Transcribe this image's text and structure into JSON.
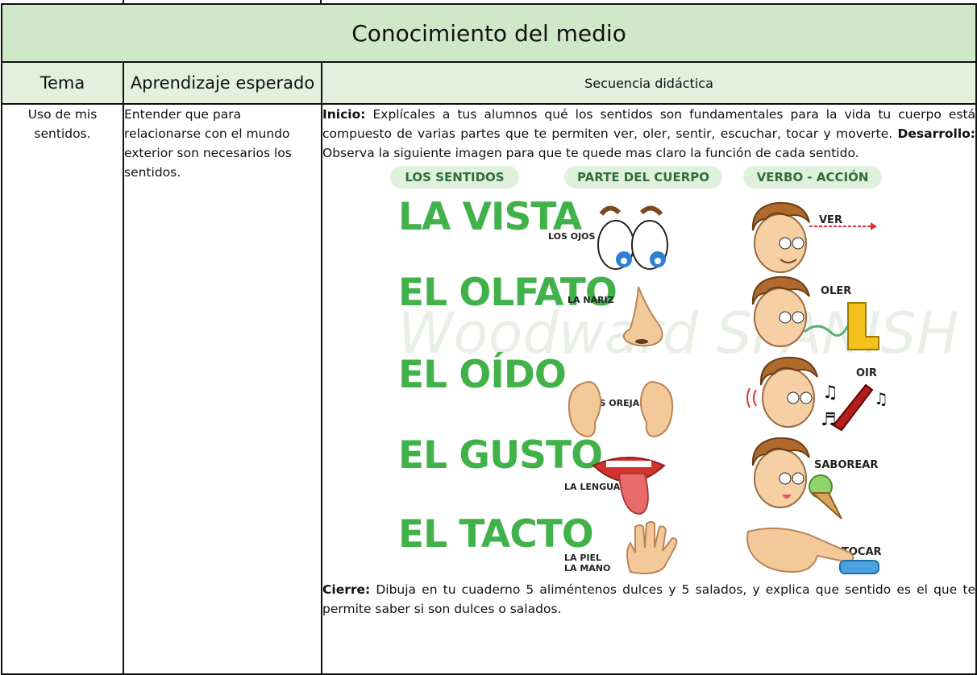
{
  "title": "Conocimiento del medio",
  "headers": {
    "tema": "Tema",
    "aprendizaje": "Aprendizaje esperado",
    "secuencia": "Secuencia didáctica"
  },
  "row": {
    "tema": "Uso de mis sentidos.",
    "aprendizaje": "Entender que para relacionarse con el mundo exterior son necesarios los sentidos.",
    "inicio_label": "Inicio:",
    "inicio_text": " Explícales a tus alumnos qué los sentidos son fundamentales para la vida tu cuerpo está compuesto de varias partes que te permiten ver, oler, sentir, escuchar, tocar y moverte.",
    "desarrollo_label": "Desarrollo:",
    "desarrollo_text": " Observa la siguiente imagen para que te quede mas claro la función de cada sentido.",
    "cierre_label": "Cierre:",
    "cierre_text": " Dibuja en tu cuaderno 5 aliméntenos dulces y 5 salados, y explica que sentido es el que te permite saber si son dulces o salados."
  },
  "illustration": {
    "col_headers": [
      "LOS SENTIDOS",
      "PARTE DEL CUERPO",
      "VERBO - ACCIÓN"
    ],
    "senses": [
      "LA VISTA",
      "EL OLFATO",
      "EL OÍDO",
      "EL GUSTO",
      "EL TACTO"
    ],
    "parts": [
      "LOS OJOS",
      "LA NARIZ",
      "LAS OREJAS",
      "LA LENGUA",
      "LA PIEL",
      "LA MANO"
    ],
    "verbs": [
      "VER",
      "OLER",
      "OIR",
      "SABOREAR",
      "TOCAR"
    ],
    "watermark": "Woodward SPANISH",
    "colors": {
      "sense_green": "#41b24a",
      "header_pill": "#dff1dc",
      "title_bg": "#cfe8c7",
      "header_bg": "#e2f0dd"
    }
  }
}
